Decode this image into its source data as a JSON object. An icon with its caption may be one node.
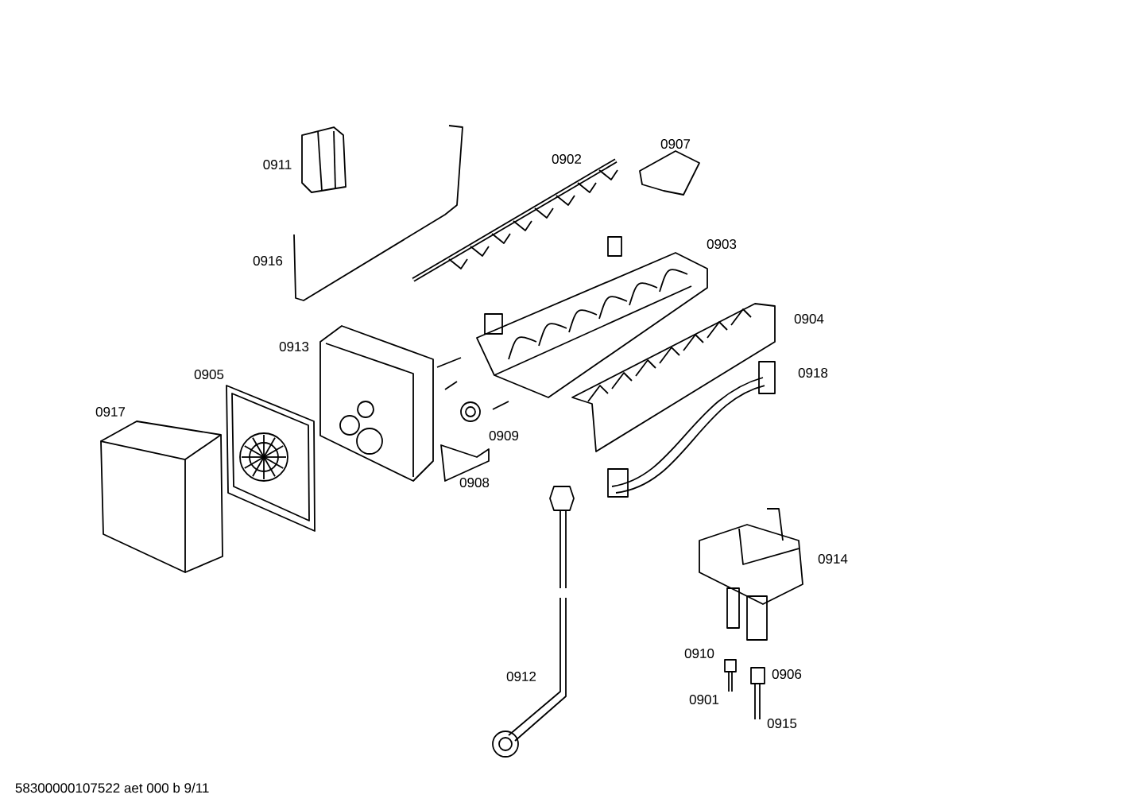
{
  "diagram": {
    "labels": [
      "0907",
      "0911",
      "0902",
      "0903",
      "0916",
      "0904",
      "0913",
      "0918",
      "0905",
      "0917",
      "0909",
      "0908",
      "0914",
      "0910",
      "0912",
      "0906",
      "0901",
      "0915",
      "58300000107522 aet 000 b 9/11"
    ]
  }
}
